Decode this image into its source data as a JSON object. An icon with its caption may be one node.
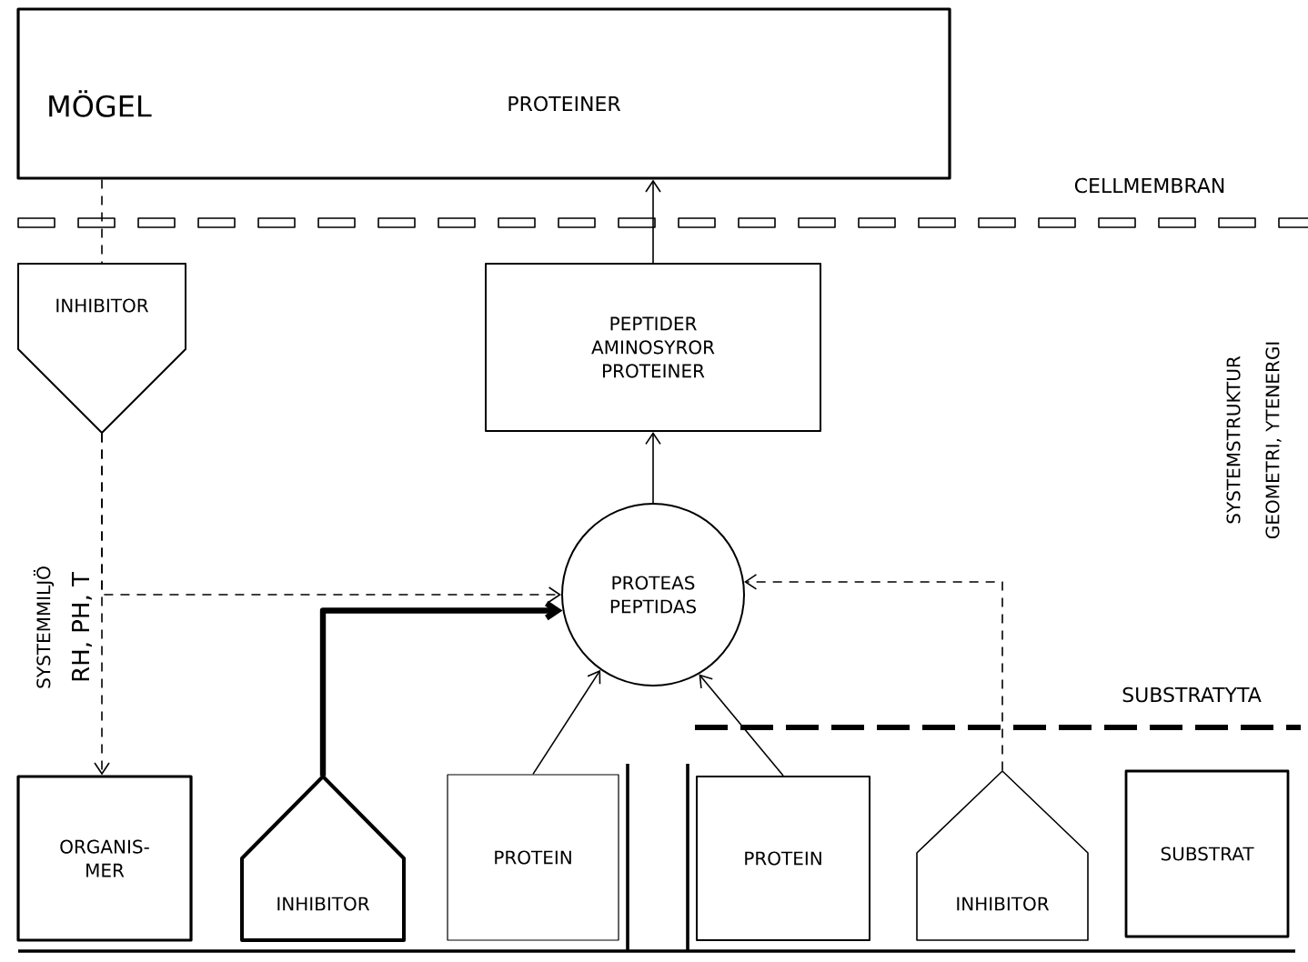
{
  "diagram": {
    "nodes": [
      {
        "text": [
          "MÖGEL",
          "PROTEINER"
        ]
      },
      {
        "text": [
          "INHIBITOR"
        ]
      },
      {
        "text": [
          "PEPTIDER AMINOSYROR PROTEINER"
        ]
      },
      {
        "text": [
          "PROTEAS PEPTIDAS"
        ]
      },
      {
        "text": [
          "ORGANIS- MER"
        ]
      },
      {
        "text": [
          "INHIBITOR"
        ]
      },
      {
        "text": [
          "PROTEIN"
        ]
      },
      {
        "text": [
          "PROTEIN"
        ]
      },
      {
        "text": [
          "INHIBITOR"
        ]
      },
      {
        "text": [
          "SUBSTRAT"
        ]
      }
    ],
    "edges": [
      {
        "from": 0,
        "to": 1,
        "arrow": "none",
        "style": "dashed"
      },
      {
        "from": 1,
        "to": 4,
        "arrow": "to",
        "style": "dashed"
      },
      {
        "from": 1,
        "to": 3,
        "arrow": "to",
        "style": "dashed"
      },
      {
        "from": 5,
        "to": 3,
        "arrow": "to",
        "style": "thick"
      },
      {
        "from": 6,
        "to": 3,
        "arrow": "to"
      },
      {
        "from": 7,
        "to": 3,
        "arrow": "to"
      },
      {
        "from": 8,
        "to": 3,
        "arrow": "to",
        "style": "dashed"
      },
      {
        "from": 3,
        "to": 2,
        "arrow": "to"
      },
      {
        "from": 2,
        "to": 0,
        "arrow": "to"
      }
    ],
    "labels": [
      "CELLMEMBRAN",
      "SYSTEMMILJÖ",
      "RH, PH, T",
      "SYSTEMSTRUKTUR",
      "GEOMETRI, YTENERGI",
      "SUBSTRATYTA"
    ]
  }
}
